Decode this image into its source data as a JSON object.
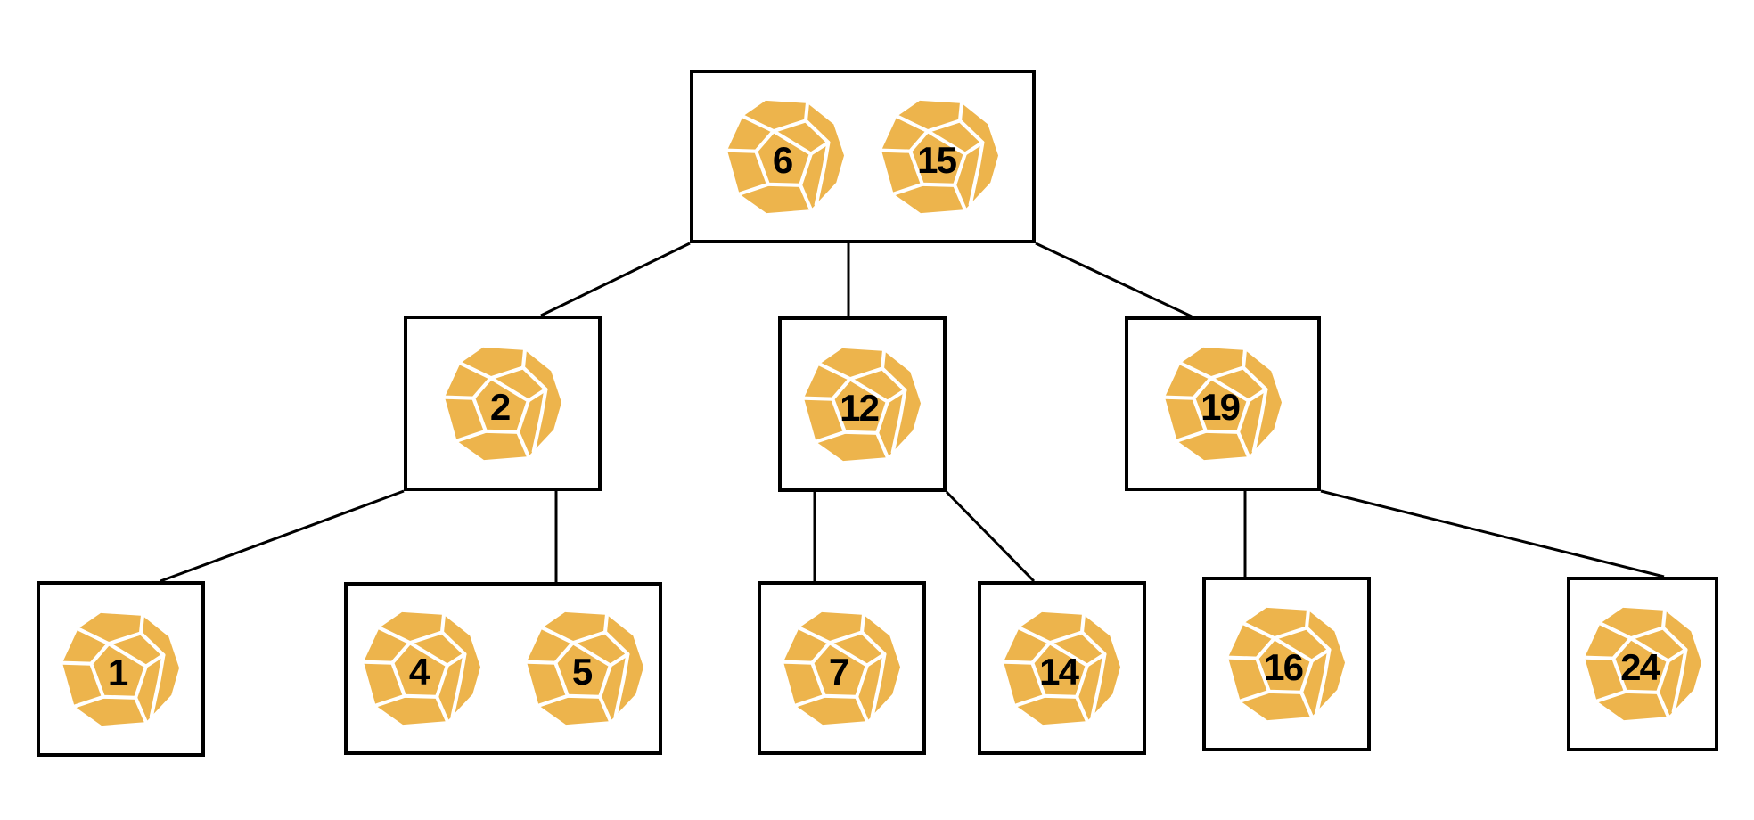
{
  "diagram": {
    "type": "tree",
    "description_visible_content_only": "search tree of boxed nodes holding twelve-sided dice with numbers",
    "colors": {
      "die_gold": "#EDB44C",
      "line_ink": "#000000",
      "facet_line": "#ffffff",
      "background": "#ffffff"
    },
    "nodes": [
      {
        "id": "root",
        "keys": [
          "6",
          "15"
        ]
      },
      {
        "id": "n2",
        "keys": [
          "2"
        ]
      },
      {
        "id": "n12",
        "keys": [
          "12"
        ]
      },
      {
        "id": "n19",
        "keys": [
          "19"
        ]
      },
      {
        "id": "n1",
        "keys": [
          "1"
        ]
      },
      {
        "id": "n45",
        "keys": [
          "4",
          "5"
        ]
      },
      {
        "id": "n7",
        "keys": [
          "7"
        ]
      },
      {
        "id": "n14",
        "keys": [
          "14"
        ]
      },
      {
        "id": "n16",
        "keys": [
          "16"
        ]
      },
      {
        "id": "n24",
        "keys": [
          "24"
        ]
      }
    ],
    "edges": [
      {
        "from": "root",
        "to": "n2"
      },
      {
        "from": "root",
        "to": "n12"
      },
      {
        "from": "root",
        "to": "n19"
      },
      {
        "from": "n2",
        "to": "n1"
      },
      {
        "from": "n2",
        "to": "n45"
      },
      {
        "from": "n12",
        "to": "n7"
      },
      {
        "from": "n12",
        "to": "n14"
      },
      {
        "from": "n19",
        "to": "n16"
      },
      {
        "from": "n19",
        "to": "n24"
      }
    ]
  }
}
